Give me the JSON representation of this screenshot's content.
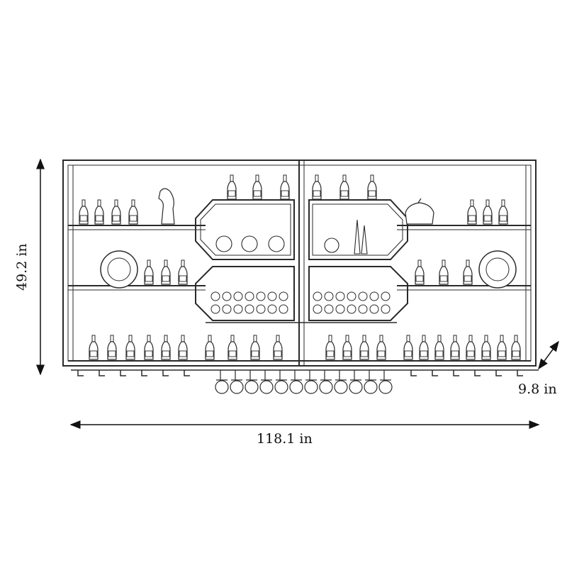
{
  "dimensions": {
    "width_label": "118.1 in",
    "height_label": "49.2 in",
    "depth_label": "9.8 in"
  },
  "colors": {
    "line": "#2a2a2a",
    "fill": "#ffffff"
  }
}
